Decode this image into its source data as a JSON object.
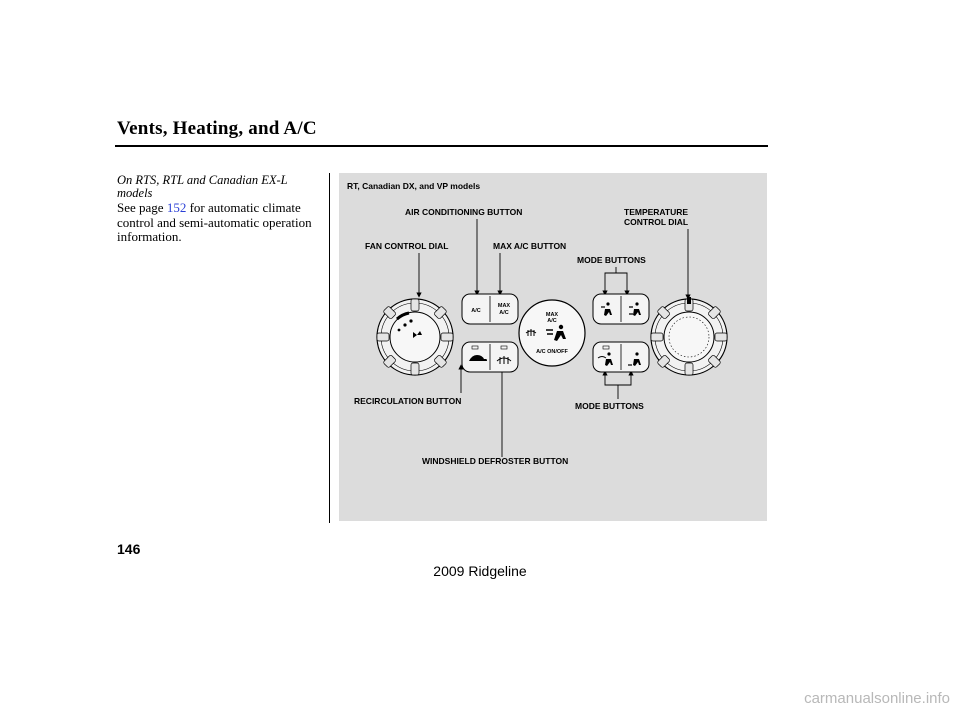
{
  "page": {
    "title": "Vents, Heating, and A/C",
    "caption": "On RTS, RTL and Canadian EX-L models",
    "body_before": "See page ",
    "body_link": "152",
    "body_after": " for automatic climate control and semi-automatic operation information.",
    "page_number": "146",
    "footer": "2009  Ridgeline",
    "watermark": "carmanualsonline.info"
  },
  "figure": {
    "heading": "RT, Canadian DX, and VP models",
    "labels": {
      "air_conditioning_button": "AIR CONDITIONING BUTTON",
      "temperature_line1": "TEMPERATURE",
      "temperature_line2": "CONTROL DIAL",
      "fan_control_dial": "FAN CONTROL DIAL",
      "max_ac_button": "MAX A/C BUTTON",
      "mode_buttons_top": "MODE BUTTONS",
      "recirculation_button": "RECIRCULATION BUTTON",
      "mode_buttons_bottom": "MODE BUTTONS",
      "windshield_defroster_button": "WINDSHIELD DEFROSTER BUTTON"
    },
    "button_text": {
      "ac": "A/C",
      "max_ac_line1": "MAX",
      "max_ac_line2": "A/C",
      "center_max_line1": "MAX",
      "center_max_line2": "A/C",
      "center_onoff": "A/C ON/OFF"
    }
  }
}
